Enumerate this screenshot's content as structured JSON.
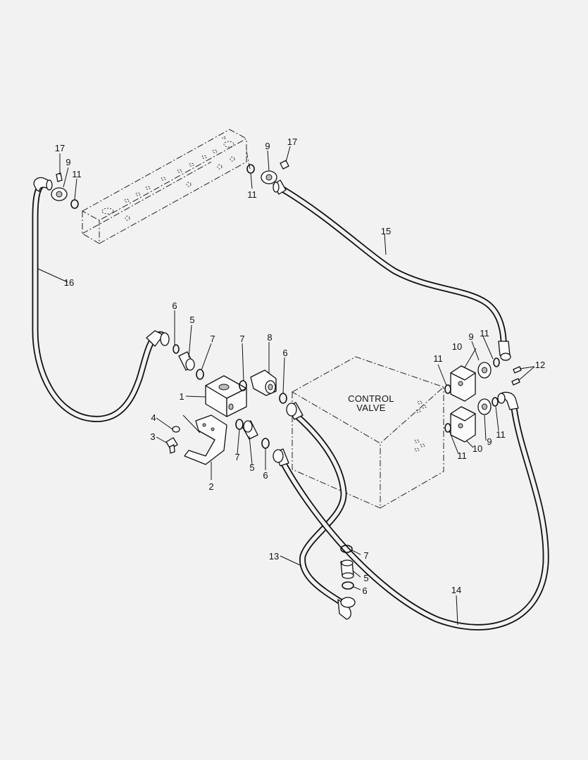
{
  "diagram": {
    "valve_label_line1": "CONTROL",
    "valve_label_line2": "VALVE",
    "callouts": {
      "c1": "1",
      "c2": "2",
      "c3": "3",
      "c4": "4",
      "c5a": "5",
      "c5b": "5",
      "c5c": "5",
      "c6a": "6",
      "c6b": "6",
      "c6c": "6",
      "c6d": "6",
      "c7a": "7",
      "c7b": "7",
      "c7c": "7",
      "c7d": "7",
      "c8": "8",
      "c9a": "9",
      "c9b": "9",
      "c9c": "9",
      "c9d": "9",
      "c10a": "10",
      "c10b": "10",
      "c11a": "11",
      "c11b": "11",
      "c11c": "11",
      "c11d": "11",
      "c11e": "11",
      "c12": "12",
      "c13": "13",
      "c14": "14",
      "c15": "15",
      "c16": "16",
      "c17a": "17",
      "c17b": "17"
    }
  }
}
